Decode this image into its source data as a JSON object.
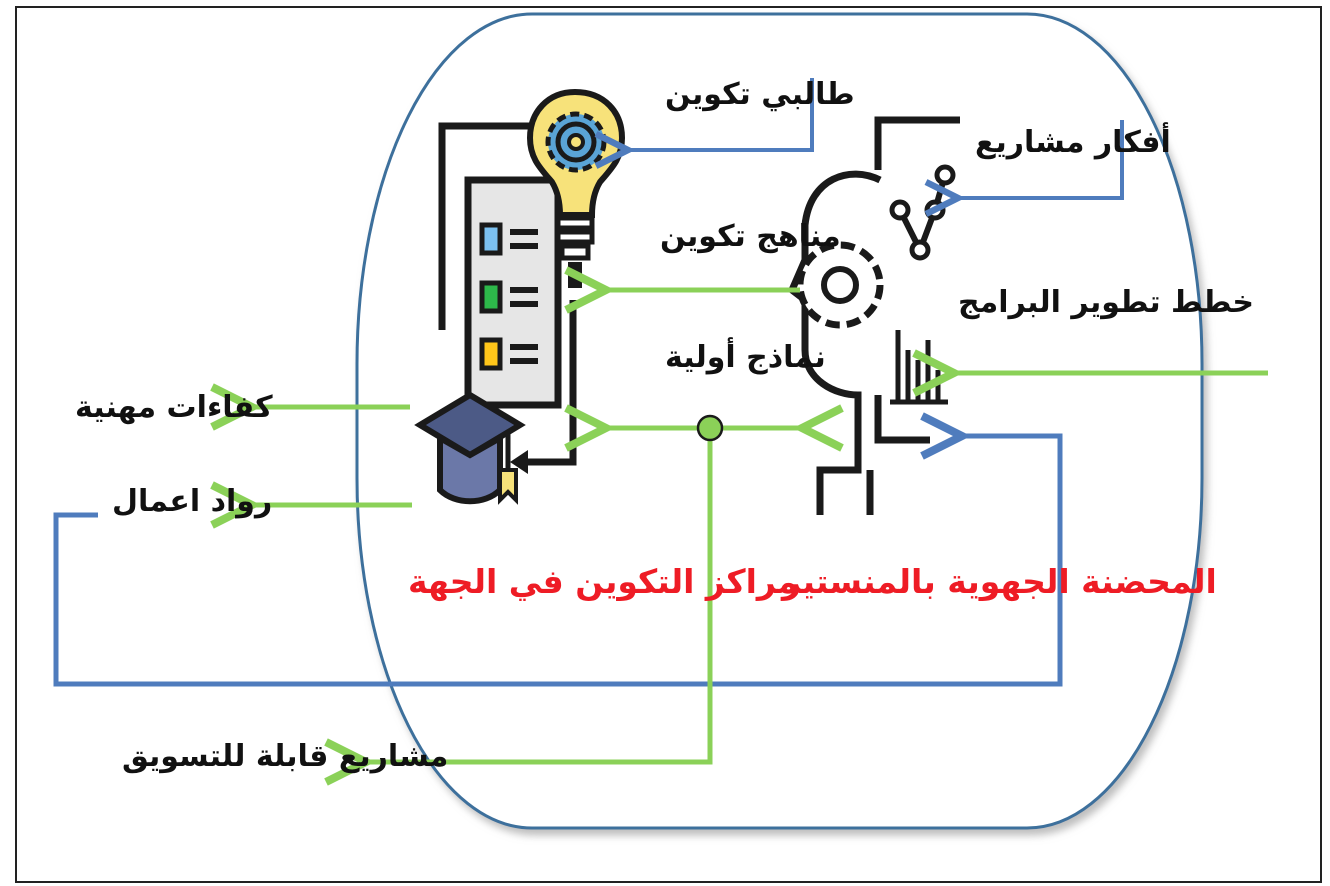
{
  "colors": {
    "blue": "#4f7cbd",
    "green": "#8bd158",
    "red_label": "#ee1c25",
    "ellipse_stroke": "#3d6f9c",
    "icon_dark": "#1a1a1a"
  },
  "icons": {
    "training": "lightbulb-gear-checklist-graduation-cap-icon",
    "incubator": "head-gear-chart-icon"
  },
  "labels": {
    "trainees": "طالبي تكوين",
    "project_ideas": "أفكار مشاريع",
    "curricula": "مناهج تكوين",
    "dev_plans": "خطط تطوير البرامج",
    "prototypes": "نماذج أولية",
    "competencies": "كفاءات مهنية",
    "entrepreneurs": "رواد اعمال",
    "training_centers": "مراكز التكوين في الجهة",
    "incubator": "المحضنة الجهوية بالمنستير",
    "marketable_projects": "مشاريع قابلة للتسويق"
  }
}
